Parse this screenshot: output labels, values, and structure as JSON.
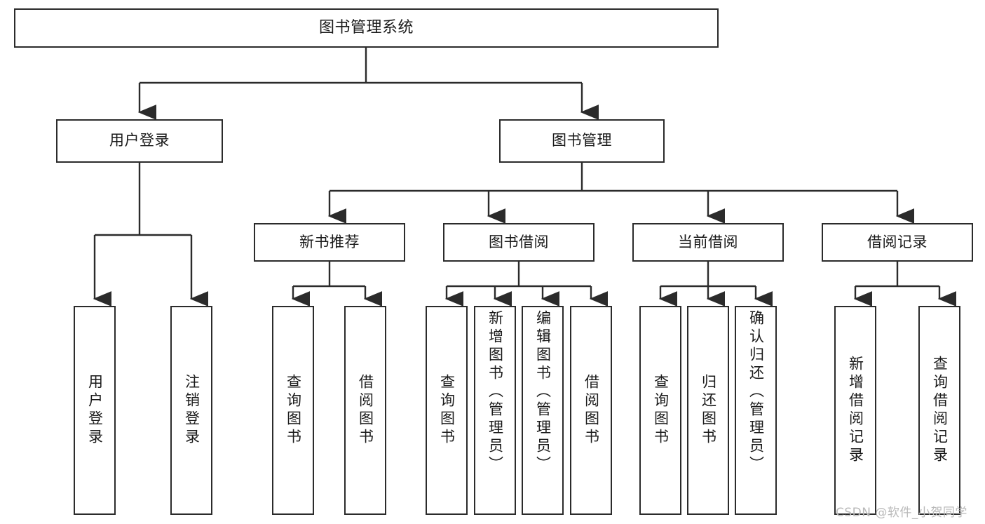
{
  "diagram": {
    "title": "图书管理系统",
    "type": "tree-hierarchy-chart",
    "orientation": "top-down",
    "colors": {
      "box_border": "#2b2b2b",
      "box_fill": "#ffffff",
      "connector": "#2b2b2b",
      "text": "#1a1a1a",
      "watermark": "#b9b9b9",
      "background": "#ffffff"
    },
    "root": {
      "label": "图书管理系统"
    },
    "level2": [
      {
        "label": "用户登录"
      },
      {
        "label": "图书管理"
      }
    ],
    "level3": [
      {
        "label": "新书推荐"
      },
      {
        "label": "图书借阅"
      },
      {
        "label": "当前借阅"
      },
      {
        "label": "借阅记录"
      }
    ],
    "leaves": {
      "user_login": [
        {
          "label": "用户登录"
        },
        {
          "label": "注销登录"
        }
      ],
      "new_book_recommend": [
        {
          "label": "查询图书"
        },
        {
          "label": "借阅图书"
        }
      ],
      "book_borrow": [
        {
          "label": "查询图书"
        },
        {
          "label": "新增图书（管理员）"
        },
        {
          "label": "编辑图书（管理员）"
        },
        {
          "label": "借阅图书"
        }
      ],
      "current_borrow": [
        {
          "label": "查询图书"
        },
        {
          "label": "归还图书"
        },
        {
          "label": "确认归还（管理员）"
        }
      ],
      "borrow_record": [
        {
          "label": "新增借阅记录"
        },
        {
          "label": "查询借阅记录"
        }
      ]
    },
    "watermark": "CSDN @软件_小贺同学"
  }
}
